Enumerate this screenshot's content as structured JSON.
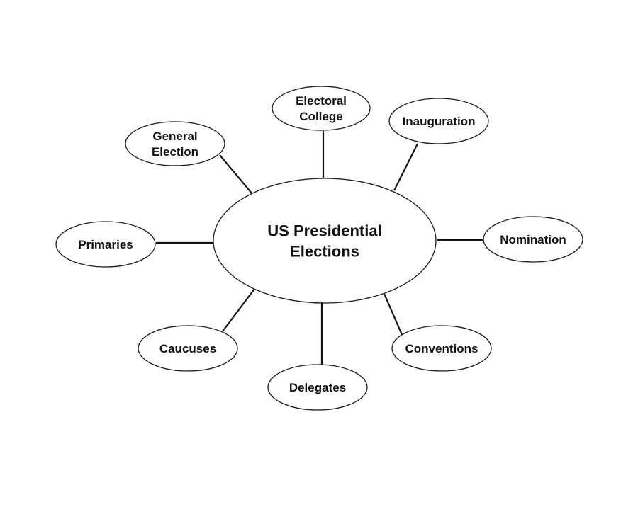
{
  "diagram": {
    "type": "concept-map",
    "center": {
      "id": "us-presidential-elections",
      "lines": [
        "US Presidential",
        "Elections"
      ]
    },
    "nodes": [
      {
        "id": "electoral-college",
        "lines": [
          "Electoral",
          "College"
        ]
      },
      {
        "id": "general-election",
        "lines": [
          "General",
          "Election"
        ]
      },
      {
        "id": "inauguration",
        "lines": [
          "Inauguration"
        ]
      },
      {
        "id": "primaries",
        "lines": [
          "Primaries"
        ]
      },
      {
        "id": "nomination",
        "lines": [
          "Nomination"
        ]
      },
      {
        "id": "caucuses",
        "lines": [
          "Caucuses"
        ]
      },
      {
        "id": "delegates",
        "lines": [
          "Delegates"
        ]
      },
      {
        "id": "conventions",
        "lines": [
          "Conventions"
        ]
      }
    ],
    "edges": [
      [
        "us-presidential-elections",
        "electoral-college"
      ],
      [
        "us-presidential-elections",
        "general-election"
      ],
      [
        "us-presidential-elections",
        "inauguration"
      ],
      [
        "us-presidential-elections",
        "primaries"
      ],
      [
        "us-presidential-elections",
        "nomination"
      ],
      [
        "us-presidential-elections",
        "caucuses"
      ],
      [
        "us-presidential-elections",
        "delegates"
      ],
      [
        "us-presidential-elections",
        "conventions"
      ]
    ]
  }
}
